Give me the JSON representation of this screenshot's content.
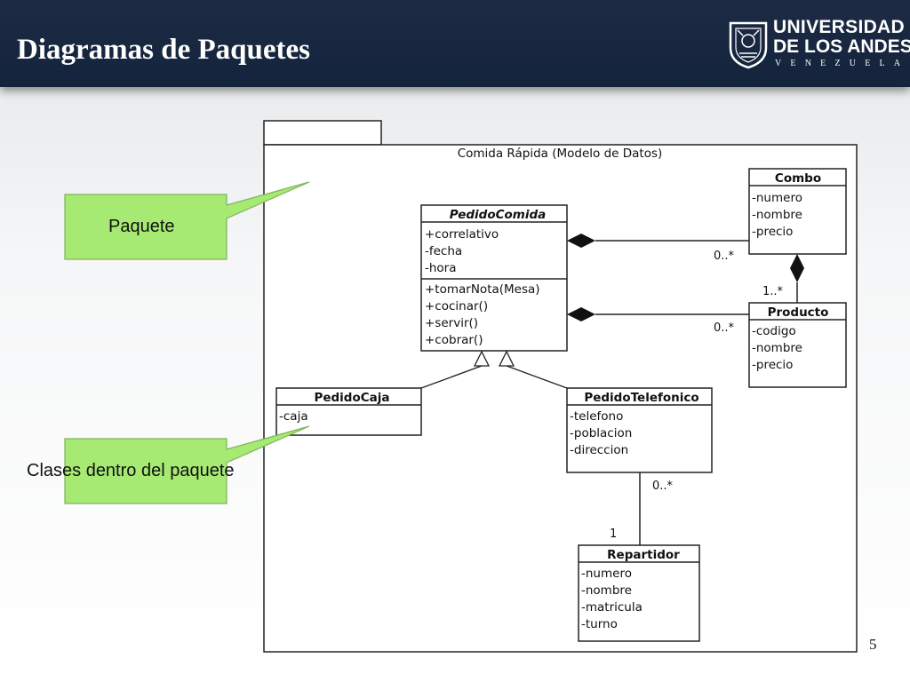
{
  "slide": {
    "title": "Diagramas de Paquetes",
    "page_number": "5"
  },
  "logo": {
    "line1": "UNIVERSIDAD",
    "line2": "DE LOS ANDES",
    "line3": "VENEZUELA"
  },
  "package": {
    "name": "Comida Rápida (Modelo de Datos)"
  },
  "classes": {
    "pedidoComida": {
      "name": "PedidoComida",
      "attributes": [
        "+correlativo",
        "-fecha",
        "-hora"
      ],
      "operations": [
        "+tomarNota(Mesa)",
        "+cocinar()",
        "+servir()",
        "+cobrar()"
      ]
    },
    "combo": {
      "name": "Combo",
      "attributes": [
        "-numero",
        "-nombre",
        "-precio"
      ]
    },
    "producto": {
      "name": "Producto",
      "attributes": [
        "-codigo",
        "-nombre",
        "-precio"
      ]
    },
    "pedidoCaja": {
      "name": "PedidoCaja",
      "attributes": [
        "-caja"
      ]
    },
    "pedidoTelefonico": {
      "name": "PedidoTelefonico",
      "attributes": [
        "-telefono",
        "-poblacion",
        "-direccion"
      ]
    },
    "repartidor": {
      "name": "Repartidor",
      "attributes": [
        "-numero",
        "-nombre",
        "-matricula",
        "-turno"
      ]
    }
  },
  "multiplicities": {
    "pedido_combo": "0..*",
    "combo_producto": "1..*",
    "pedido_producto": "0..*",
    "telefonico_repartidor": "0..*",
    "repartidor_one": "1"
  },
  "callouts": {
    "paquete": "Paquete",
    "clases": "Clases dentro del paquete"
  },
  "colors": {
    "header": "#17263e",
    "callout_fill": "#a6ea73",
    "callout_border": "#7fb35a"
  }
}
